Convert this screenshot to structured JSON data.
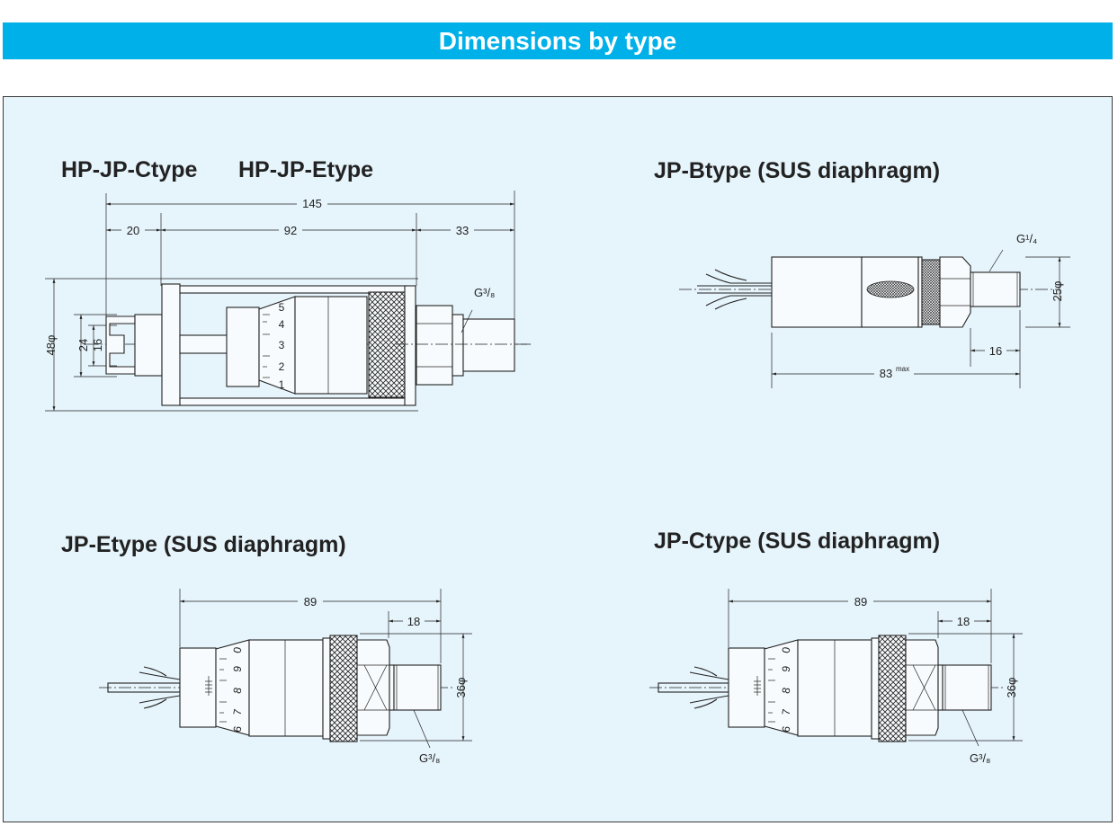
{
  "banner": {
    "title": "Dimensions by type"
  },
  "colors": {
    "banner": "#00b0e8",
    "panel": "#e6f4fb"
  },
  "drawings": {
    "hp_jp": {
      "title_c": "HP-JP-Ctype",
      "title_e": "HP-JP-Etype",
      "dims": {
        "overall": "145",
        "left": "20",
        "middle": "92",
        "right": "33",
        "dia_outer": "48φ",
        "dia_a": "24",
        "dia_b": "16",
        "thread": "G³/₈"
      },
      "scale": [
        "5",
        "4",
        "3",
        "2",
        "1"
      ]
    },
    "jp_b": {
      "title": "JP-Btype (SUS diaphragm)",
      "dims": {
        "thread": "G¹/₄",
        "dia": "25φ",
        "fitting": "16",
        "overall": "83",
        "overall_sup": "max"
      }
    },
    "jp_e": {
      "title": "JP-Etype (SUS diaphragm)",
      "dims": {
        "overall": "89",
        "fitting": "18",
        "dia": "36φ",
        "thread": "G³/₈"
      },
      "scale": [
        "0",
        "9",
        "8",
        "7",
        "6"
      ]
    },
    "jp_c": {
      "title": "JP-Ctype (SUS diaphragm)",
      "dims": {
        "overall": "89",
        "fitting": "18",
        "dia": "36φ",
        "thread": "G³/₈"
      },
      "scale": [
        "0",
        "9",
        "8",
        "7",
        "6"
      ]
    }
  }
}
